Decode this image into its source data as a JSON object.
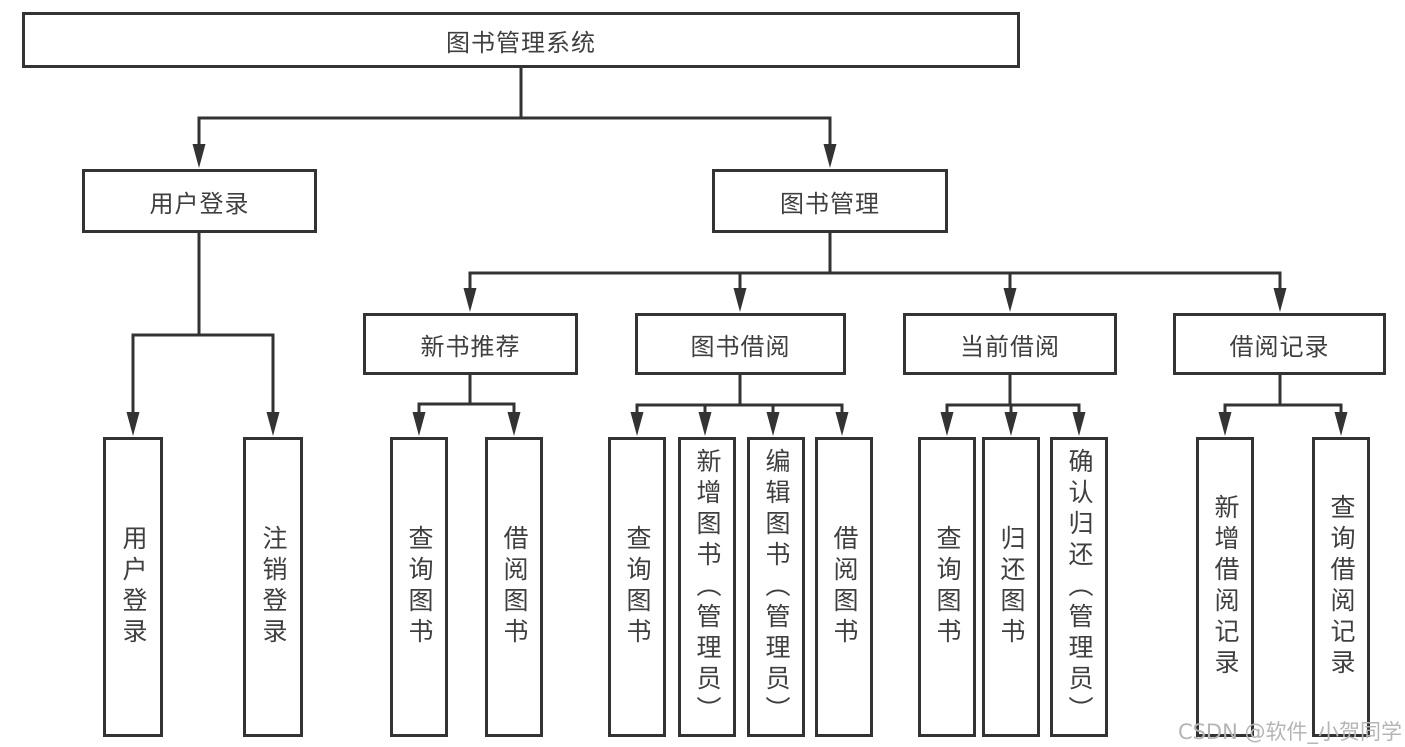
{
  "root": {
    "label": "图书管理系统"
  },
  "branches": [
    {
      "label": "用户登录",
      "children": [
        {
          "label": "用户登录"
        },
        {
          "label": "注销登录"
        }
      ]
    },
    {
      "label": "图书管理",
      "children": [
        {
          "label": "新书推荐",
          "children": [
            {
              "label": "查询图书"
            },
            {
              "label": "借阅图书"
            }
          ]
        },
        {
          "label": "图书借阅",
          "children": [
            {
              "label": "查询图书"
            },
            {
              "label": "新增图书（管理员）"
            },
            {
              "label": "编辑图书（管理员）"
            },
            {
              "label": "借阅图书"
            }
          ]
        },
        {
          "label": "当前借阅",
          "children": [
            {
              "label": "查询图书"
            },
            {
              "label": "归还图书"
            },
            {
              "label": "确认归还（管理员）"
            }
          ]
        },
        {
          "label": "借阅记录",
          "children": [
            {
              "label": "新增借阅记录"
            },
            {
              "label": "查询借阅记录"
            }
          ]
        }
      ]
    }
  ],
  "watermark": "CSDN @软件_小贺同学",
  "colors": {
    "line": "#333333",
    "text": "#3f3f3f",
    "watermark": "#b5b5b5",
    "background": "#ffffff"
  }
}
